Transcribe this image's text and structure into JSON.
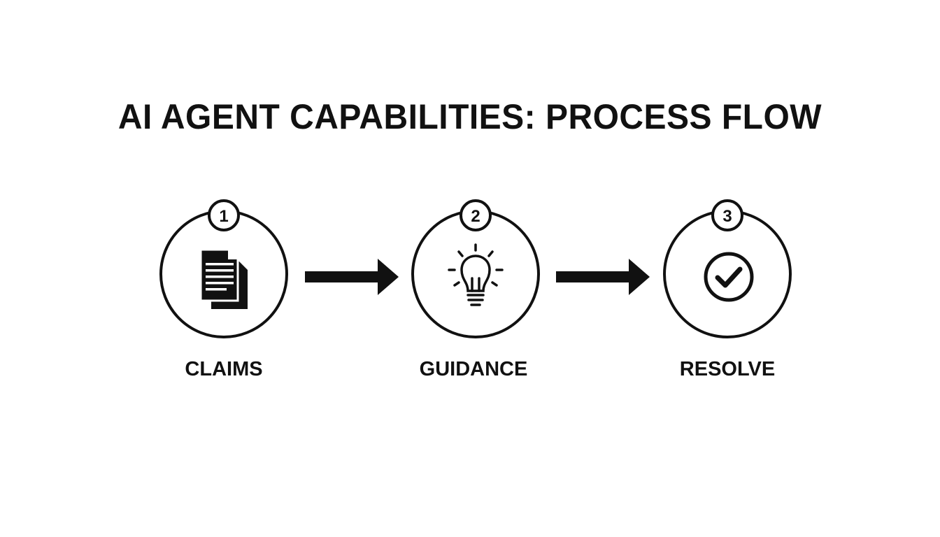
{
  "title": "AI AGENT CAPABILITIES: PROCESS FLOW",
  "steps": [
    {
      "number": "1",
      "label": "CLAIMS",
      "icon": "documents-icon"
    },
    {
      "number": "2",
      "label": "GUIDANCE",
      "icon": "lightbulb-icon"
    },
    {
      "number": "3",
      "label": "RESOLVE",
      "icon": "checkmark-circle-icon"
    }
  ],
  "colors": {
    "ink": "#111111",
    "background": "#ffffff"
  }
}
